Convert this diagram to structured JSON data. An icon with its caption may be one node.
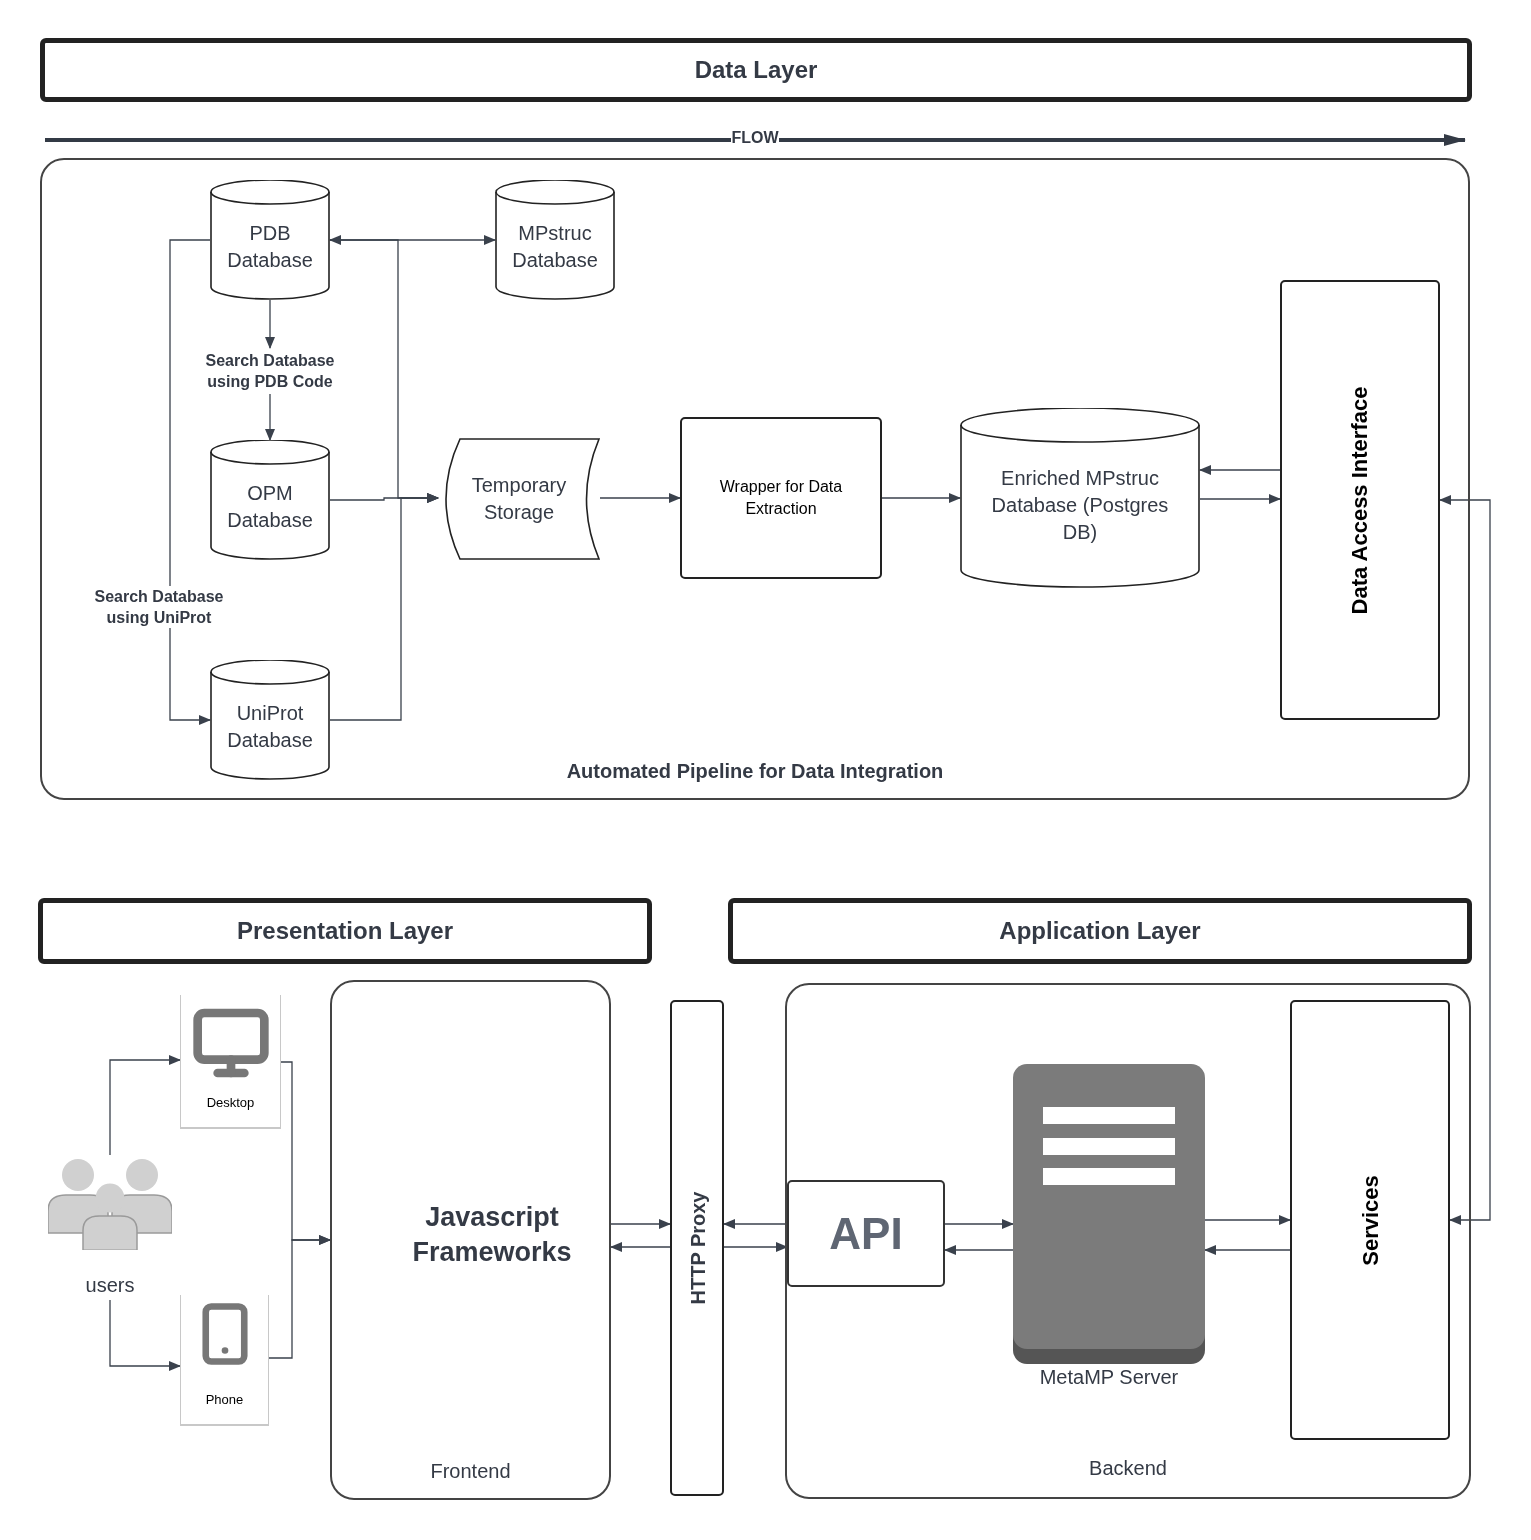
{
  "diagram": {
    "nodes": [
      {
        "text": [
          "Data Layer"
        ]
      },
      {
        "text": [
          "Automated Pipeline for Data Integration"
        ]
      },
      {
        "text": [
          "PDB Database"
        ],
        "in": 1
      },
      {
        "text": [
          "MPstruc Database"
        ],
        "in": 1
      },
      {
        "text": [
          "Search Database using PDB Code"
        ],
        "in": 1
      },
      {
        "text": [
          "OPM Database"
        ],
        "in": 1
      },
      {
        "text": [
          "Temporary Storage"
        ],
        "in": 1
      },
      {
        "text": [
          "Wrapper for Data Extraction"
        ],
        "in": 1
      },
      {
        "text": [
          "Enriched MPstruc Database (Postgres DB)"
        ],
        "in": 1
      },
      {
        "text": [
          "Data Access Interface"
        ],
        "in": 1
      },
      {
        "text": [
          "UniProt Database"
        ],
        "in": 1
      },
      {
        "text": [
          "Presentation Layer"
        ]
      },
      {
        "text": [
          "Application Layer"
        ]
      },
      {
        "text": [
          "users"
        ]
      },
      {
        "text": [
          "Desktop"
        ]
      },
      {
        "text": [
          "Phone"
        ]
      },
      {
        "text": [
          "Javascript Frameworks",
          "Frontend"
        ]
      },
      {
        "text": [
          "HTTP Proxy"
        ]
      },
      {
        "text": [
          "Backend"
        ]
      },
      {
        "text": [
          "API"
        ],
        "in": 18
      },
      {
        "text": [
          "MetaMP Server"
        ],
        "in": 18
      },
      {
        "text": [
          "Services"
        ],
        "in": 18
      }
    ],
    "edges": [
      {
        "from": 2,
        "to": 3,
        "arrow": "both"
      },
      {
        "from": 2,
        "to": 6,
        "arrow": "to"
      },
      {
        "from": 5,
        "to": 6,
        "arrow": "to"
      },
      {
        "from": 10,
        "to": 6,
        "arrow": "to"
      },
      {
        "from": 2,
        "to": 4,
        "arrow": "to"
      },
      {
        "from": 4,
        "to": 5,
        "arrow": "to"
      },
      {
        "from": 2,
        "to": 10,
        "arrow": "to",
        "label": "Search Database using UniProt"
      },
      {
        "from": 6,
        "to": 7,
        "arrow": "to"
      },
      {
        "from": 7,
        "to": 8,
        "arrow": "to"
      },
      {
        "from": 9,
        "to": 8,
        "arrow": "to"
      },
      {
        "from": 8,
        "to": 9,
        "arrow": "to"
      },
      {
        "from": 21,
        "to": 9,
        "arrow": "both"
      },
      {
        "from": 13,
        "to": 14,
        "arrow": "to"
      },
      {
        "from": 13,
        "to": 15,
        "arrow": "to"
      },
      {
        "from": 14,
        "to": 16,
        "arrow": "to"
      },
      {
        "from": 15,
        "to": 16,
        "arrow": "to"
      },
      {
        "from": 16,
        "to": 17,
        "arrow": "to"
      },
      {
        "from": 17,
        "to": 16,
        "arrow": "to"
      },
      {
        "from": 19,
        "to": 17,
        "arrow": "to"
      },
      {
        "from": 17,
        "to": 19,
        "arrow": "to"
      },
      {
        "from": 19,
        "to": 20,
        "arrow": "to"
      },
      {
        "from": 20,
        "to": 19,
        "arrow": "to"
      },
      {
        "from": 20,
        "to": 21,
        "arrow": "to"
      },
      {
        "from": 21,
        "to": 20,
        "arrow": "to"
      }
    ],
    "labels": [
      "FLOW"
    ]
  }
}
